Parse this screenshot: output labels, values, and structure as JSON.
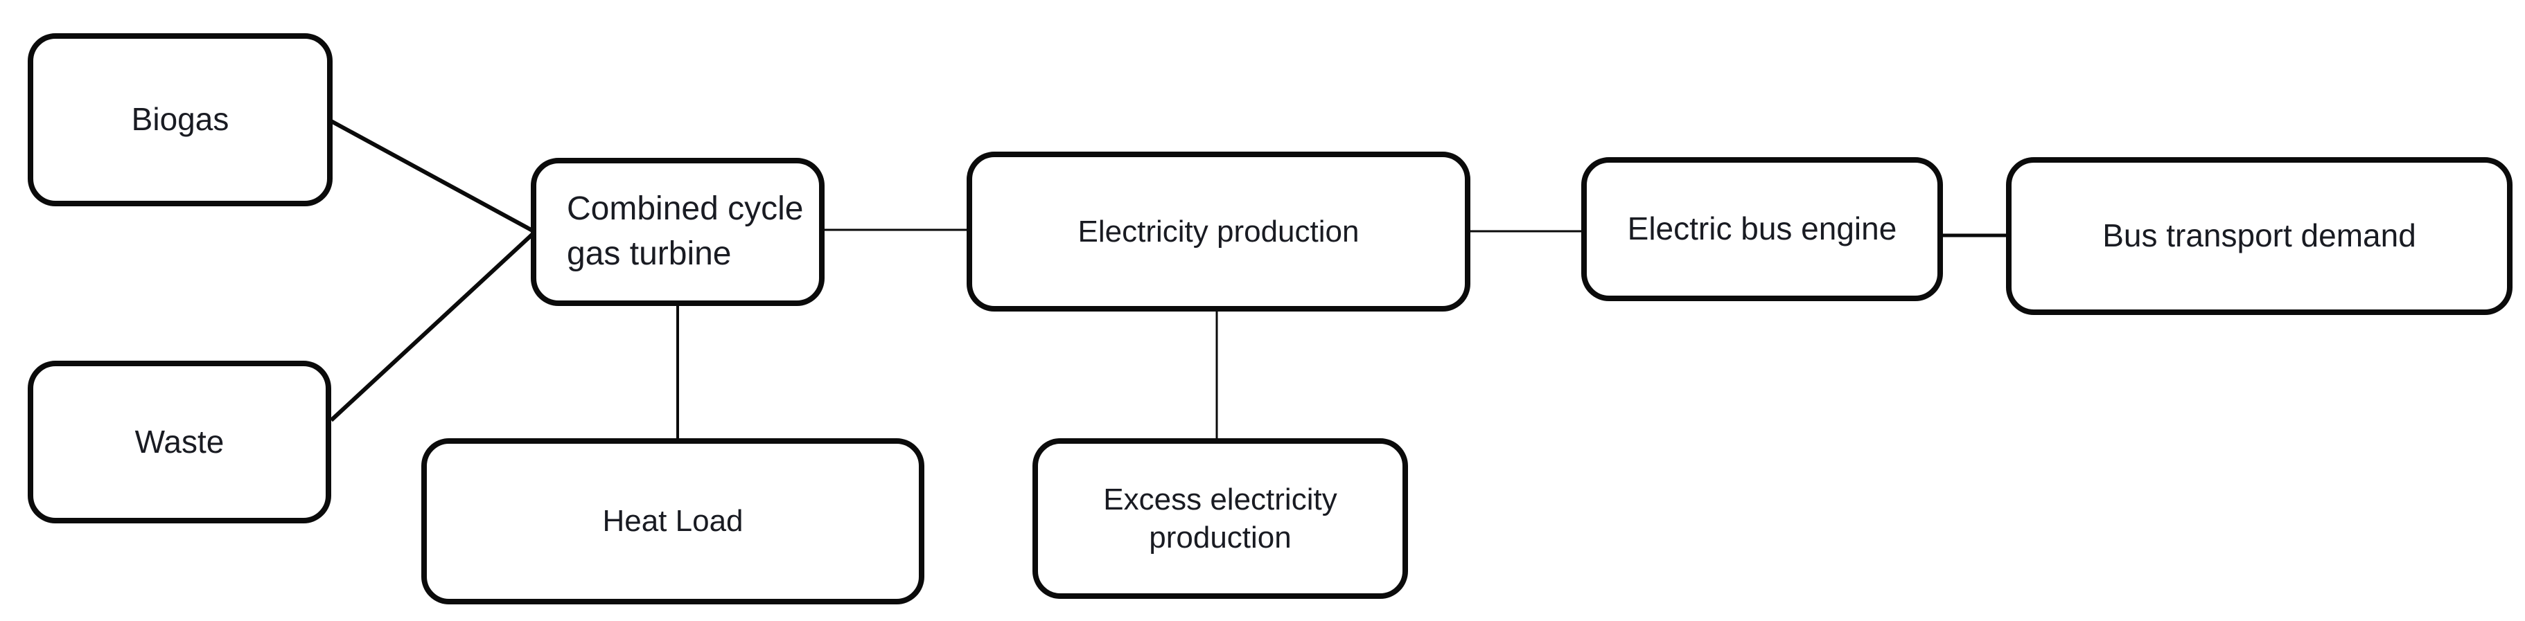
{
  "diagram": {
    "nodes": {
      "biogas": {
        "label": "Biogas"
      },
      "waste": {
        "label": "Waste"
      },
      "ccgt": {
        "label": "Combined cycle\ngas turbine"
      },
      "electricity_production": {
        "label": "Electricity production"
      },
      "heat_load": {
        "label": "Heat Load"
      },
      "excess_electricity": {
        "label": "Excess electricity\nproduction"
      },
      "electric_bus_engine": {
        "label": "Electric bus engine"
      },
      "bus_transport_demand": {
        "label": "Bus transport demand"
      }
    },
    "edges": [
      {
        "from": "biogas",
        "to": "ccgt"
      },
      {
        "from": "waste",
        "to": "ccgt"
      },
      {
        "from": "ccgt",
        "to": "electricity_production"
      },
      {
        "from": "ccgt",
        "to": "heat_load"
      },
      {
        "from": "electricity_production",
        "to": "excess_electricity"
      },
      {
        "from": "electricity_production",
        "to": "electric_bus_engine"
      },
      {
        "from": "electric_bus_engine",
        "to": "bus_transport_demand"
      }
    ],
    "colors": {
      "border": "#0b0b0b",
      "text": "#191b22",
      "background": "#ffffff"
    }
  }
}
